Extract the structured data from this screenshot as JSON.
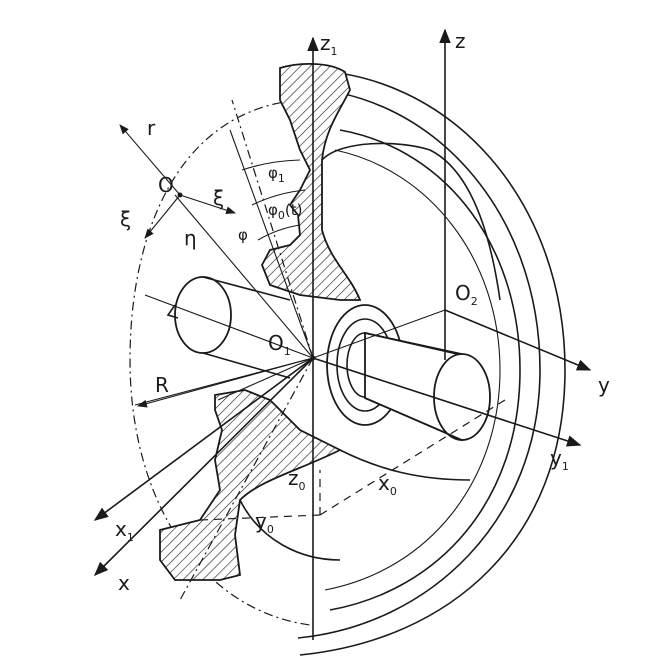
{
  "labels": {
    "z1": "z",
    "z1_sub": "1",
    "z": "z",
    "r": "r",
    "O": "O",
    "xi1": "ξ",
    "xi2": "ξ",
    "eta": "η",
    "phi1": "φ",
    "phi1_sub": "1",
    "phi0t": "φ",
    "phi0t_sub": "0",
    "phi0t_arg": "(t)",
    "phi": "φ",
    "O2": "O",
    "O2_sub": "2",
    "O1": "O",
    "O1_sub": "1",
    "R": "R",
    "y": "y",
    "y1": "y",
    "y1_sub": "1",
    "z0": "z",
    "z0_sub": "0",
    "x0": "x",
    "x0_sub": "0",
    "y0": "y",
    "y0_sub": "0",
    "x1": "x",
    "x1_sub": "1",
    "x": "x"
  }
}
